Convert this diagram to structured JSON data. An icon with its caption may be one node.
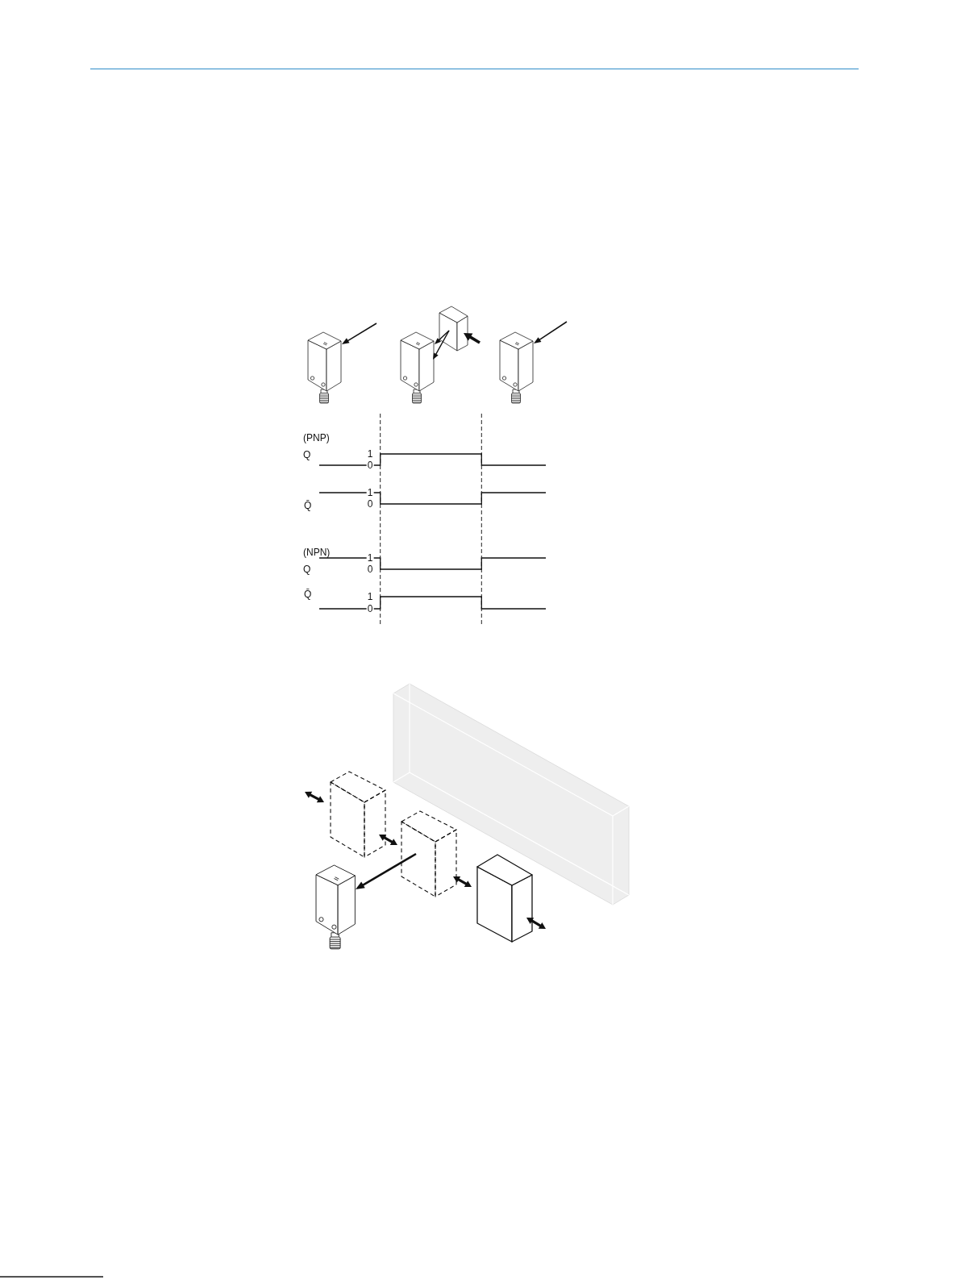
{
  "diagram": {
    "labels": [
      "(PNP)",
      "Q",
      "1",
      "0",
      "Q̄",
      "1",
      "0",
      "(NPN)",
      "Q",
      "1",
      "0",
      "Q̄",
      "1",
      "0"
    ]
  }
}
